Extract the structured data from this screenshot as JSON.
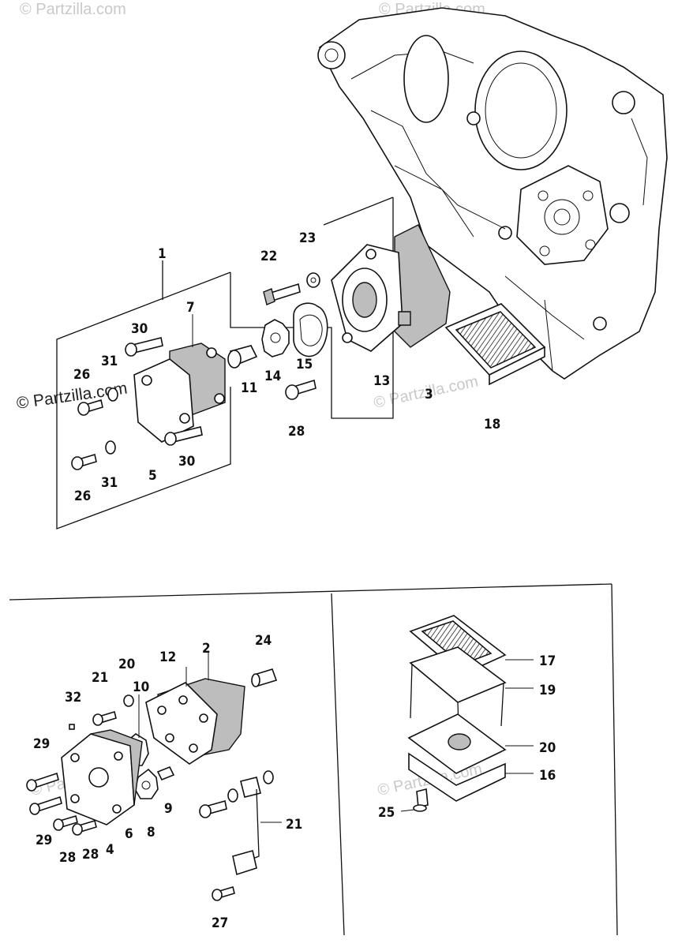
{
  "watermarks": {
    "primary": "© Partzilla.com",
    "faint": "© Partzilla.com"
  },
  "callouts": {
    "c1": "1",
    "c2": "2",
    "c3": "3",
    "c4": "4",
    "c5": "5",
    "c6": "6",
    "c7": "7",
    "c8": "8",
    "c9": "9",
    "c10": "10",
    "c11": "11",
    "c12": "12",
    "c13": "13",
    "c14": "14",
    "c15": "15",
    "c16": "16",
    "c17": "17",
    "c18": "18",
    "c19": "19",
    "c20a": "20",
    "c20b": "20",
    "c21a": "21",
    "c21b": "21",
    "c22": "22",
    "c23": "23",
    "c24": "24",
    "c25": "25",
    "c26a": "26",
    "c26b": "26",
    "c27": "27",
    "c28a": "28",
    "c28b": "28",
    "c28c": "28",
    "c29a": "29",
    "c29b": "29",
    "c30a": "30",
    "c30b": "30",
    "c31a": "31",
    "c31b": "31",
    "c32": "32"
  }
}
